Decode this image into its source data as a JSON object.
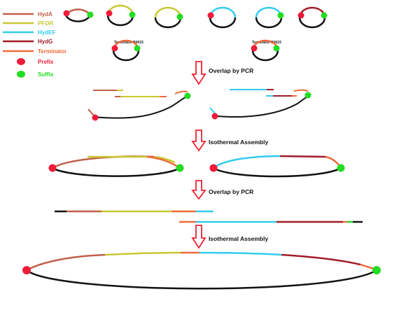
{
  "legend": {
    "items": [
      {
        "label": "HydA",
        "color": "#c0604a"
      },
      {
        "label": "PFOR",
        "color": "#c8c832"
      },
      {
        "label": "HydEF",
        "color": "#33ccee"
      },
      {
        "label": "HydG",
        "color": "#a01c28"
      },
      {
        "label": "Terminator",
        "color": "#ee6a3a"
      }
    ],
    "prefix_label": "Prefix",
    "suffix_label": "Suffix",
    "prefix_color": "#ee1c3a",
    "suffix_color": "#22dd22"
  },
  "plasmids": {
    "terminator_label_left": "Terminator B0015",
    "terminator_label_right": "Terminator B0015"
  },
  "steps": {
    "step1": "Overlap by PCR",
    "step2": "Isothermal Assembly",
    "step3": "Overlap by PCR",
    "step4": "Isothermal Assembly"
  },
  "colors": {
    "backbone": "#111111",
    "arrow": "#ee2233"
  }
}
